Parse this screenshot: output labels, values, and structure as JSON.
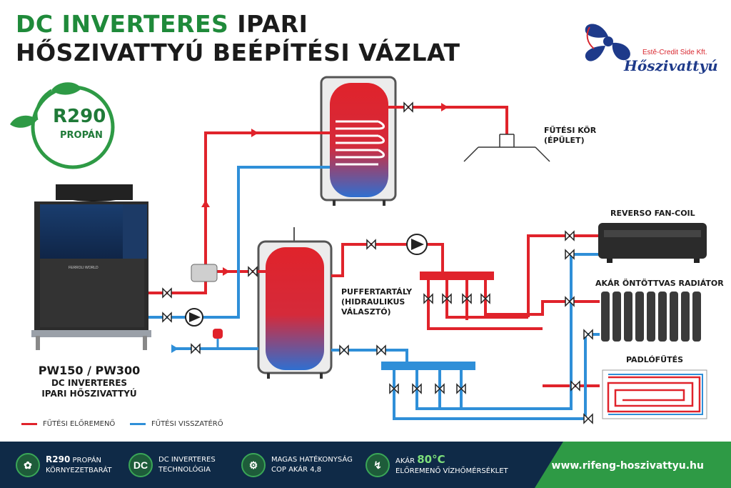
{
  "title": {
    "line1_green": "DC INVERTERES",
    "line1_rest": " IPARI",
    "line2": "HŐSZIVATTYÚ BEÉPÍTÉSI VÁZLAT"
  },
  "logo": {
    "subtitle": "Estě-Credit Side Kft.",
    "name": "Hőszivattyú"
  },
  "badge": {
    "code": "R290",
    "gas": "PROPÁN"
  },
  "labels": {
    "heating_circuit_1": "FŰTÉSI KÖR",
    "heating_circuit_2": "(ÉPÜLET)",
    "fan_coil": "REVERSO FAN-COIL",
    "radiator": "AKÁR ÖNTÖTTVAS RADIÁTOR",
    "floor_heating": "PADLÓFŰTÉS",
    "buffer_1": "PUFFERTARTÁLY",
    "buffer_2": "(HIDRAULIKUS",
    "buffer_3": "VÁLASZTÓ)"
  },
  "model": {
    "line1": "PW150 / PW300",
    "line2": "DC INVERTERES",
    "line3": "IPARI HŐSZIVATTYÚ",
    "unit_brand": "FERROLI WORLD"
  },
  "legend": {
    "flow": "FŰTÉSI ELŐREMENŐ",
    "return": "FŰTÉSI VISSZATÉRŐ"
  },
  "footer": {
    "feature1_hi": "R290",
    "feature1_a": " PROPÁN",
    "feature1_b": "KÖRNYEZETBARÁT",
    "feature2_icon": "DC",
    "feature2_a": "DC INVERTERES",
    "feature2_b": "TECHNOLÓGIA",
    "feature3_a": "MAGAS HATÉKONYSÁG",
    "feature3_b": "COP AKÁR 4,8",
    "feature4_a": "AKÁR ",
    "feature4_hi": "80°C",
    "feature4_b": "ELŐREMENŐ VÍZHŐMÉRSÉKLET",
    "url": "www.rifeng-hoszivattyu.hu"
  },
  "colors": {
    "flow": "#e0232b",
    "return": "#2f8fd8",
    "title_green": "#1f8a3a",
    "footer_bg": "#0f2a47",
    "footer_green": "#2e9a45"
  },
  "icons": [
    "leaf-icon",
    "dc-icon",
    "efficiency-icon",
    "thermometer-icon",
    "propeller-icon",
    "pump-icon",
    "valve-icon"
  ]
}
